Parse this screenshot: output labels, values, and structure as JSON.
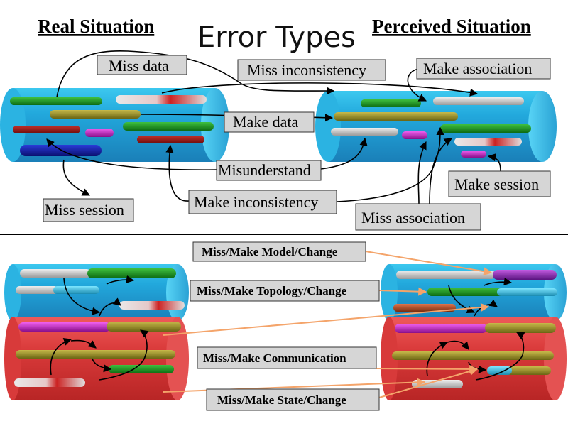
{
  "title": "Error Types",
  "real_situation": "Real Situation",
  "perceived_situation": "Perceived Situation",
  "top_labels": {
    "miss_data": "Miss data",
    "miss_inconsistency": "Miss inconsistency",
    "make_association": "Make association",
    "make_data": "Make data",
    "misunderstand": "Misunderstand",
    "make_session": "Make session",
    "make_inconsistency": "Make inconsistency",
    "miss_session": "Miss session",
    "miss_association": "Miss association"
  },
  "bottom_labels": {
    "model_change": "Miss/Make Model/Change",
    "topology_change": "Miss/Make Topology/Change",
    "communication": "Miss/Make Communication",
    "state_change": "Miss/Make State/Change"
  },
  "colors": {
    "cylinder_blue": "#2fb8e0",
    "cylinder_red": "#e03b3b",
    "label_fill": "#d6d6d6",
    "pointer_orange": "#f4a46a"
  }
}
